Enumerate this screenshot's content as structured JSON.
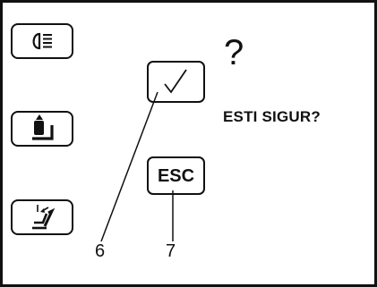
{
  "screen": {
    "side_buttons": [
      {
        "icon": "headlight-icon"
      },
      {
        "icon": "seat-up-icon"
      },
      {
        "icon": "seat-recline-icon"
      }
    ],
    "dialog": {
      "question_mark": "?",
      "question": "ESTI SIGUR?",
      "confirm_icon": "checkmark-icon",
      "cancel_label": "ESC"
    }
  },
  "callouts": [
    "6",
    "7"
  ]
}
